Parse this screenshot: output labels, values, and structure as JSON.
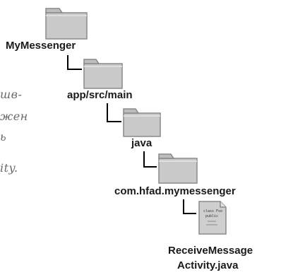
{
  "tree": {
    "root": "MyMessenger",
    "level1": "app/src/main",
    "level2": "java",
    "level3": "com.hfad.mymessenger",
    "file_line1": "ReceiveMessage",
    "file_line2": "Activity.java",
    "file_doc_line1": "class Foo",
    "file_doc_line2": "public"
  },
  "side_note": {
    "line1": "шв-",
    "line2": "жен",
    "line3": "ь",
    "line4": "ity."
  },
  "colors": {
    "folder_fill": "#c9c9c9",
    "folder_edge": "#8a8a8a",
    "connector": "#000000",
    "label": "#1a1a1a",
    "note": "#6b6b6b"
  }
}
